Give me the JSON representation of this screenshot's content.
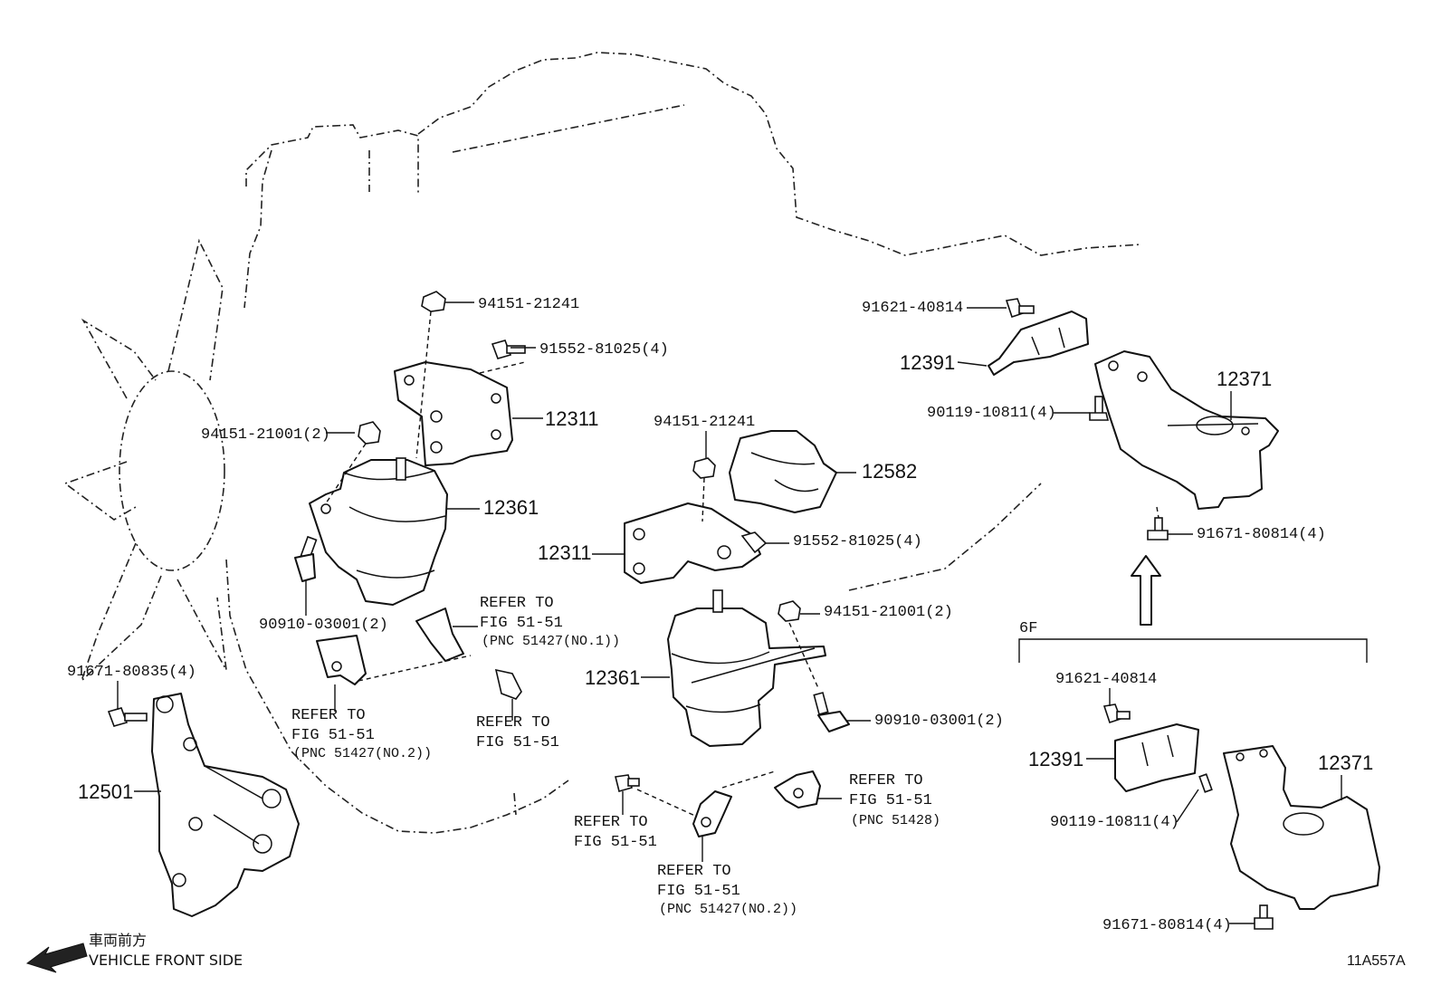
{
  "diagram": {
    "labels": {
      "p94151_21241_a": "94151-21241",
      "p91552_81025_a": "91552-81025(4)",
      "p12311_a": "12311",
      "p94151_21001_a": "94151-21001(2)",
      "p12361_a": "12361",
      "p90910_03001_a": "90910-03001(2)",
      "p91671_80835": "91671-80835(4)",
      "p12501": "12501",
      "p94151_21241_b": "94151-21241",
      "p12582": "12582",
      "p12311_b": "12311",
      "p91552_81025_b": "91552-81025(4)",
      "p94151_21001_b": "94151-21001(2)",
      "p12361_b": "12361",
      "p90910_03001_b": "90910-03001(2)",
      "p91621_40814_a": "91621-40814",
      "p12391_a": "12391",
      "p12371_a": "12371",
      "p90119_10811_a": "90119-10811(4)",
      "p91671_80814_a": "91671-80814(4)",
      "p91621_40814_b": "91621-40814",
      "p12391_b": "12391",
      "p12371_b": "12371",
      "p90119_10811_b": "90119-10811(4)",
      "p91671_80814_b": "91671-80814(4)",
      "variant": "6F"
    },
    "refers": {
      "r1": [
        "REFER TO",
        "FIG 51-51",
        "(PNC 51427(NO.1))"
      ],
      "r2": [
        "REFER TO",
        "FIG 51-51",
        "(PNC 51427(NO.2))"
      ],
      "r3": [
        "REFER TO",
        "FIG 51-51"
      ],
      "r4": [
        "REFER TO",
        "FIG 51-51",
        "(PNC 51428)"
      ],
      "r5": [
        "REFER TO",
        "FIG 51-51"
      ],
      "r6": [
        "REFER TO",
        "FIG 51-51",
        "(PNC 51427(NO.2))"
      ]
    },
    "front_jp": "車両前方",
    "front_en": "VEHICLE FRONT SIDE",
    "code": "11A557A"
  }
}
